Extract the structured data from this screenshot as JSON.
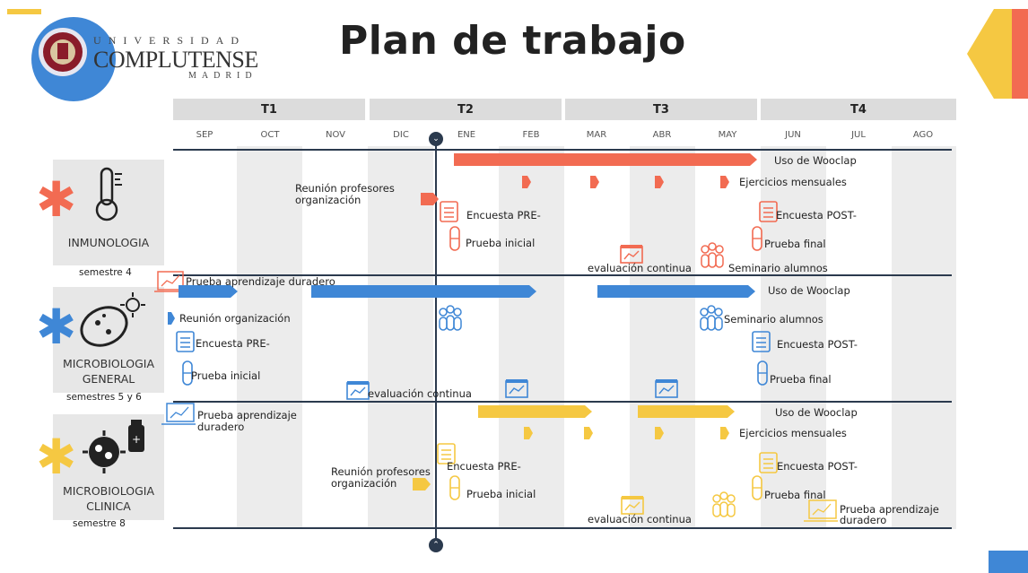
{
  "title": "Plan de trabajo",
  "logo": {
    "top": "UNIVERSIDAD",
    "main": "COMPLUTENSE",
    "bottom": "MADRID"
  },
  "quarters": [
    "T1",
    "T2",
    "T3",
    "T4"
  ],
  "months": [
    "SEP",
    "OCT",
    "NOV",
    "DIC",
    "ENE",
    "FEB",
    "MAR",
    "ABR",
    "MAY",
    "JUN",
    "JUL",
    "AGO"
  ],
  "subjects": [
    {
      "name": "INMUNOLOGIA",
      "semester": "semestre 4",
      "color": "#f26b52"
    },
    {
      "name": "MICROBIOLOGIA GENERAL",
      "semester": "semestres 5 y  6",
      "color": "#3f87d6"
    },
    {
      "name": "MICROBIOLOGIA CLINICA",
      "semester": "semestre 8",
      "color": "#f5c842"
    }
  ],
  "colors": {
    "inmuno": "#f26b52",
    "general": "#3f87d6",
    "clinica": "#f5c842",
    "line": "#2b3a4e",
    "shade": "#ececec"
  },
  "inmuno": {
    "wooclap": "Uso de Wooclap",
    "mensual": "Ejercicios mensuales",
    "reunion": "Reunión profesores\norganización",
    "encuesta_pre": "Encuesta PRE-",
    "prueba_inicial": "Prueba inicial",
    "encuesta_post": "Encuesta POST-",
    "prueba_final": "Prueba final",
    "evaluacion": "evaluación continua",
    "seminario": "Seminario alumnos",
    "aprendizaje": "Prueba aprendizaje duradero"
  },
  "general": {
    "wooclap": "Uso de Wooclap",
    "reunion": "Reunión organización",
    "seminario": "Seminario alumnos",
    "encuesta_pre": "Encuesta PRE-",
    "encuesta_post": "Encuesta POST-",
    "prueba_inicial": "Prueba inicial",
    "prueba_final": "Prueba final",
    "evaluacion": "evaluación continua",
    "aprendizaje": "Prueba aprendizaje\nduradero"
  },
  "clinica": {
    "wooclap": "Uso de Wooclap",
    "mensual": "Ejercicios mensuales",
    "encuesta_pre": "Encuesta PRE-",
    "encuesta_post": "Encuesta POST-",
    "reunion": "Reunión profesores\norganización",
    "prueba_inicial": "Prueba inicial",
    "prueba_final": "Prueba final",
    "evaluacion": "evaluación continua",
    "aprendizaje": "Prueba aprendizaje\nduradero"
  }
}
